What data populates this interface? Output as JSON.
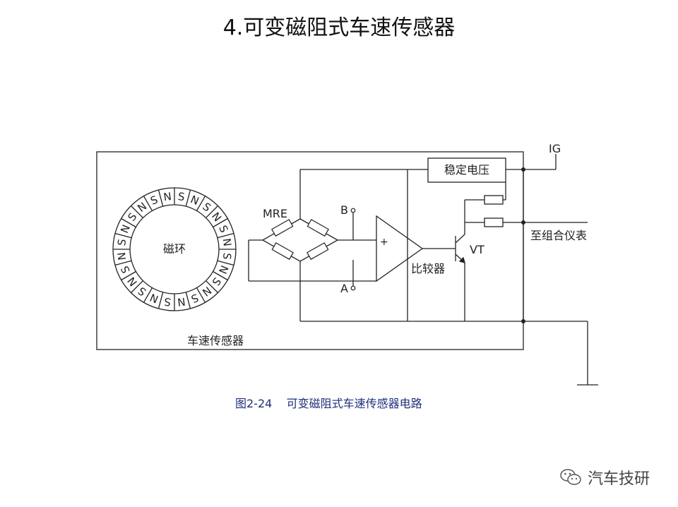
{
  "title": "4.可变磁阻式车速传感器",
  "caption": "图2-24    可变磁阻式车速传感器电路",
  "diagram": {
    "ring_label": "磁环",
    "ring_segments": [
      "S",
      "N",
      "S",
      "N",
      "S",
      "N",
      "S",
      "N",
      "S",
      "N",
      "S",
      "N",
      "S",
      "N",
      "S",
      "N",
      "S",
      "N",
      "S",
      "N",
      "S",
      "N",
      "S",
      "N"
    ],
    "mre_label": "MRE",
    "terminal_b": "B",
    "terminal_a": "A",
    "comparator_sign": "+",
    "comparator_label": "比较器",
    "regulator_label": "稳定电压",
    "ig_label": "IG",
    "transistor_label": "VT",
    "output_label": "至组合仪表",
    "sensor_label": "车速传感器"
  },
  "watermark": {
    "text": "汽车技研",
    "icon": "wechat-icon"
  }
}
